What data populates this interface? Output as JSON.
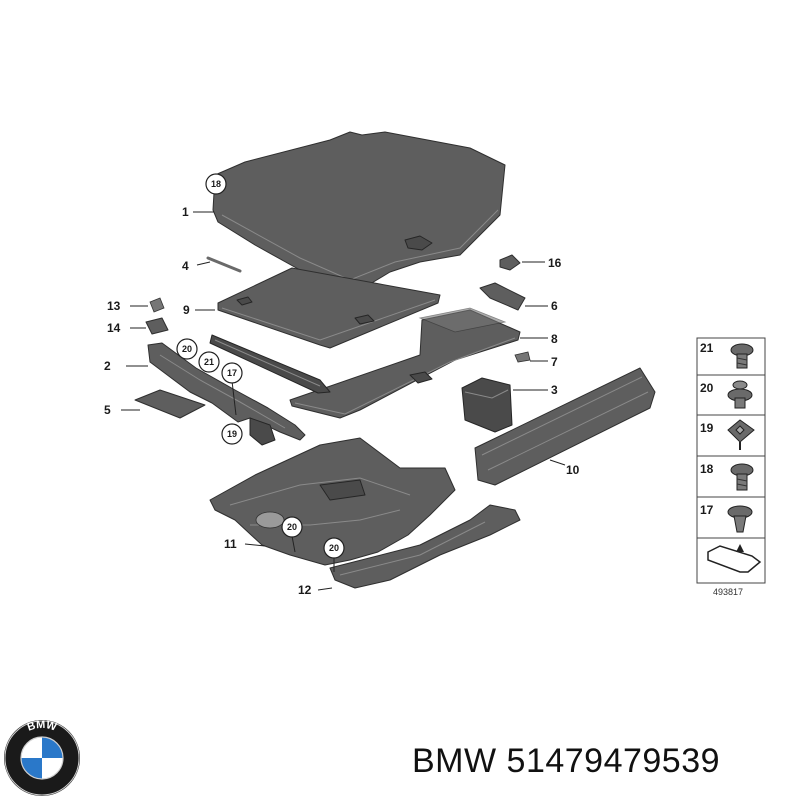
{
  "diagram": {
    "callouts": [
      {
        "id": "1",
        "circled": false
      },
      {
        "id": "2",
        "circled": false
      },
      {
        "id": "3",
        "circled": false
      },
      {
        "id": "4",
        "circled": false
      },
      {
        "id": "5",
        "circled": false
      },
      {
        "id": "6",
        "circled": false
      },
      {
        "id": "7",
        "circled": false
      },
      {
        "id": "8",
        "circled": false
      },
      {
        "id": "9",
        "circled": false
      },
      {
        "id": "10",
        "circled": false
      },
      {
        "id": "11",
        "circled": false
      },
      {
        "id": "12",
        "circled": false
      },
      {
        "id": "13",
        "circled": false
      },
      {
        "id": "14",
        "circled": false
      },
      {
        "id": "16",
        "circled": false
      }
    ],
    "circled_callouts": [
      "18",
      "20",
      "21",
      "17",
      "19",
      "20",
      "20"
    ],
    "fastener_table": {
      "rows": [
        "21",
        "20",
        "19",
        "18",
        "17"
      ],
      "reference_number": "493817"
    }
  },
  "brand": {
    "logo_letters": "BMW",
    "caption": "BMW 51479479539"
  }
}
